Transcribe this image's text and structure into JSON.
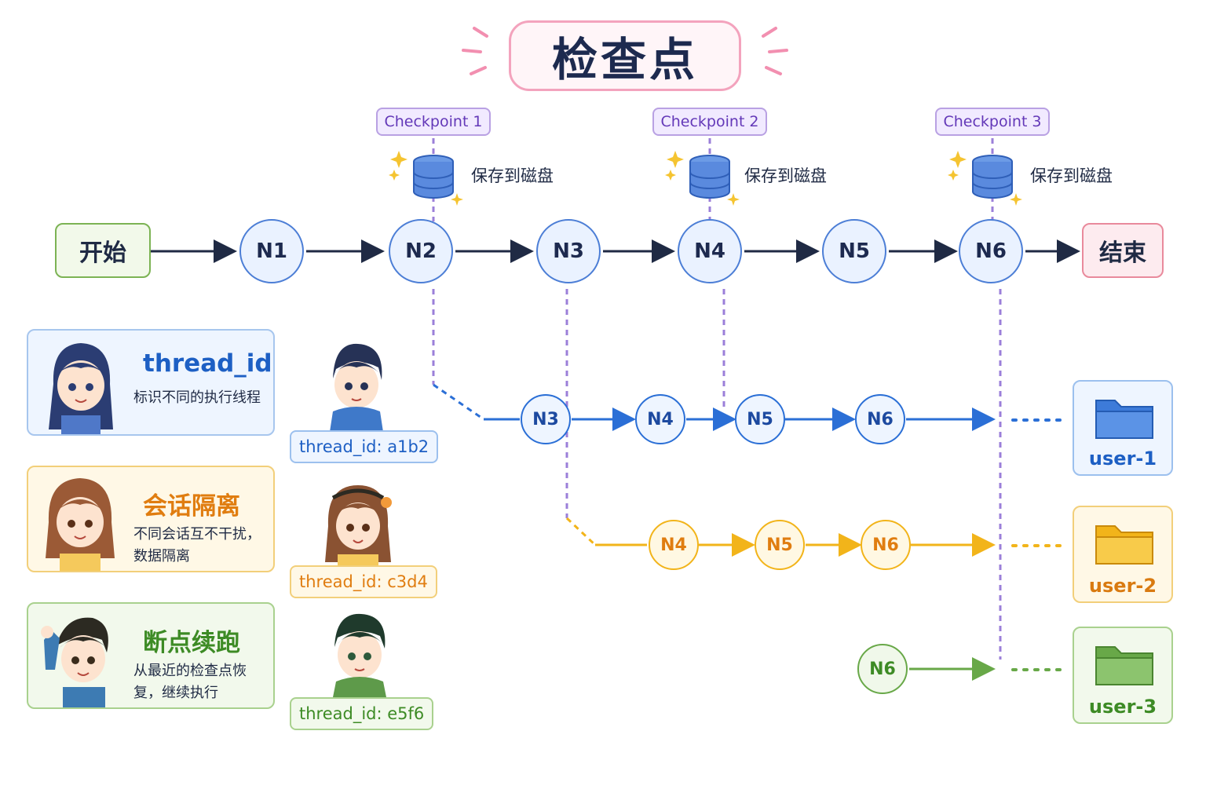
{
  "title": "检查点",
  "checkpoints": [
    {
      "label": "Checkpoint 1",
      "save": "保存到磁盘"
    },
    {
      "label": "Checkpoint 2",
      "save": "保存到磁盘"
    },
    {
      "label": "Checkpoint 3",
      "save": "保存到磁盘"
    }
  ],
  "main_flow": {
    "start": "开始",
    "end": "结束",
    "nodes": [
      "N1",
      "N2",
      "N3",
      "N4",
      "N5",
      "N6"
    ]
  },
  "branches": [
    {
      "nodes": [
        "N3",
        "N4",
        "N5",
        "N6"
      ],
      "user": "user-1",
      "color": "#2b6fd6"
    },
    {
      "nodes": [
        "N4",
        "N5",
        "N6"
      ],
      "user": "user-2",
      "color": "#f2b41a"
    },
    {
      "nodes": [
        "N6"
      ],
      "user": "user-3",
      "color": "#68a848"
    }
  ],
  "cards": [
    {
      "title": "thread_id",
      "desc": "标识不同的执行线程",
      "tid": "thread_id: a1b2"
    },
    {
      "title": "会话隔离",
      "desc": "不同会话互不干扰，数据隔离",
      "tid": "thread_id: c3d4"
    },
    {
      "title": "断点续跑",
      "desc": "从最近的检查点恢复，继续执行",
      "tid": "thread_id: e5f6"
    }
  ],
  "colors": {
    "main_arrow": "#1f2a44",
    "checkpoint_dash": "#9b7fd9",
    "blue": "#2b6fd6",
    "yellow": "#f2b41a",
    "green": "#68a848"
  }
}
